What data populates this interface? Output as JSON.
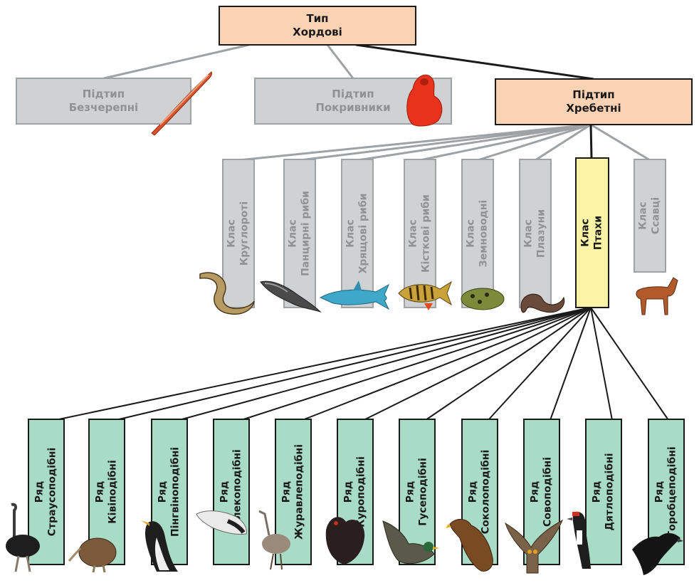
{
  "phylum": {
    "l1": "Тип",
    "l2": "Хордові"
  },
  "subphyla": [
    {
      "l1": "Підтип",
      "l2": "Безчерепні"
    },
    {
      "l1": "Підтип",
      "l2": "Покривники"
    },
    {
      "l1": "Підтип",
      "l2": "Хребетні"
    }
  ],
  "classes": [
    {
      "l1": "Клас",
      "l2": "Круглороті"
    },
    {
      "l1": "Клас",
      "l2": "Панцирні риби"
    },
    {
      "l1": "Клас",
      "l2": "Хрящові риби"
    },
    {
      "l1": "Клас",
      "l2": "Кісткові риби"
    },
    {
      "l1": "Клас",
      "l2": "Земноводні"
    },
    {
      "l1": "Клас",
      "l2": "Плазуни"
    },
    {
      "l1": "Клас",
      "l2": "Птахи"
    },
    {
      "l1": "Клас",
      "l2": "Ссавці"
    }
  ],
  "orders": [
    {
      "l1": "Ряд",
      "l2": "Страусоподібні"
    },
    {
      "l1": "Ряд",
      "l2": "Ківіподібні"
    },
    {
      "l1": "Ряд",
      "l2": "Пінгвіноподібні"
    },
    {
      "l1": "Ряд",
      "l2": "Лелекоподібні"
    },
    {
      "l1": "Ряд",
      "l2": "Журавлеподібні"
    },
    {
      "l1": "Ряд",
      "l2": "Куроподібні"
    },
    {
      "l1": "Ряд",
      "l2": "Гусеподібні"
    },
    {
      "l1": "Ряд",
      "l2": "Соколоподібні"
    },
    {
      "l1": "Ряд",
      "l2": "Совоподібні"
    },
    {
      "l1": "Ряд",
      "l2": "Дятлоподібні"
    },
    {
      "l1": "Ряд",
      "l2": "Горобцеподібні"
    }
  ],
  "colors": {
    "highlight_peach": "#fbd2b3",
    "highlight_yellow": "#fbf3a6",
    "order_green": "#a9dcc7",
    "inactive_gray": "#cfd1d2",
    "inactive_text": "#8e9295"
  }
}
